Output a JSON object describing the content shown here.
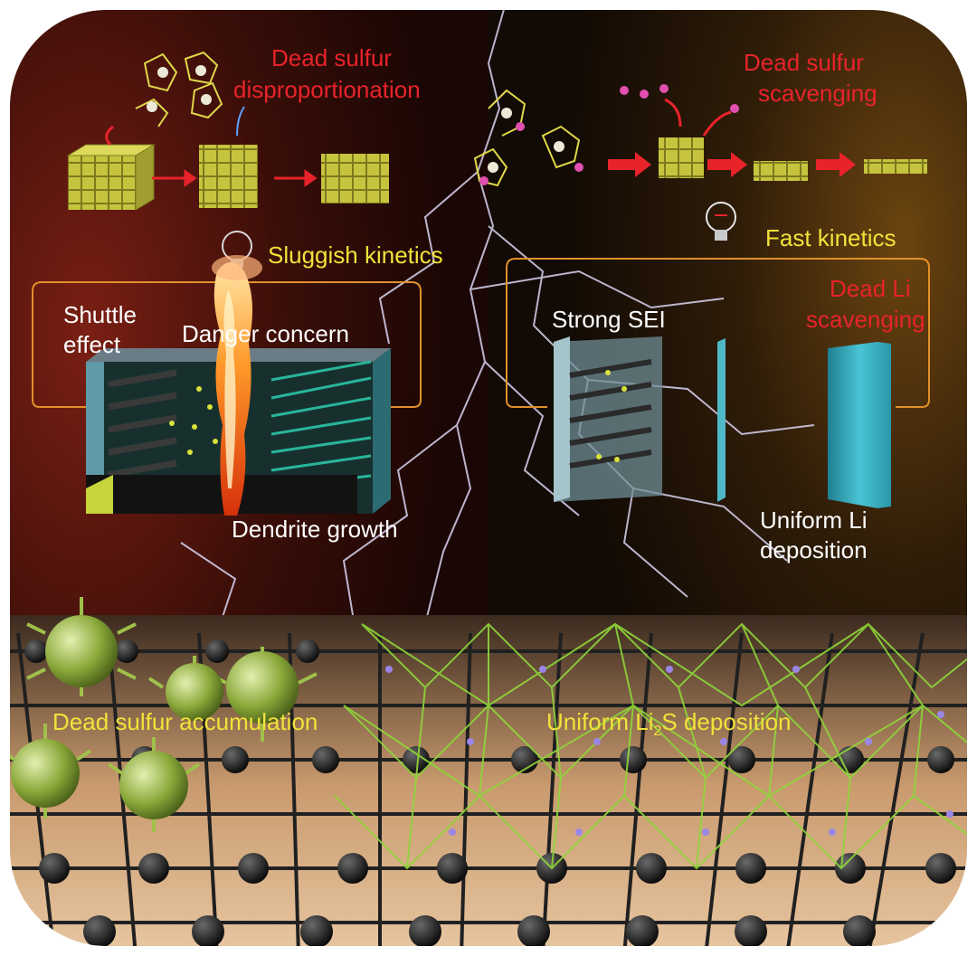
{
  "labels": {
    "left_title_line1": "Dead sulfur",
    "left_title_line2": "disproportionation",
    "right_title_line1": "Dead sulfur",
    "right_title_line2": "scavenging",
    "sluggish": "Sluggish kinetics",
    "fast": "Fast kinetics",
    "shuttle_line1": "Shuttle",
    "shuttle_line2": "effect",
    "danger": "Danger concern",
    "dendrite": "Dendrite growth",
    "strong_sei": "Strong SEI",
    "dead_li_line1": "Dead Li",
    "dead_li_line2": "scavenging",
    "uniform_li_line1": "Uniform Li",
    "uniform_li_line2": "deposition",
    "accumulation": "Dead sulfur accumulation",
    "uniform_li2s_pre": "Uniform  Li",
    "uniform_li2s_sub": "2",
    "uniform_li2s_post": "S deposition"
  },
  "colors": {
    "red_label": "#e8232a",
    "yellow_label": "#f2e23a",
    "white_label": "#ffffff",
    "cube": "#c9c640",
    "panel_frame": "#e0902a",
    "lithium_blue": "#3fb6c8",
    "graphene_node": "#1a1a1a",
    "framework_green": "#8fd63a"
  },
  "icons": [
    "bulb-icon",
    "bulb-icon",
    "arrow-icon",
    "flame-icon",
    "lightning-icon"
  ]
}
